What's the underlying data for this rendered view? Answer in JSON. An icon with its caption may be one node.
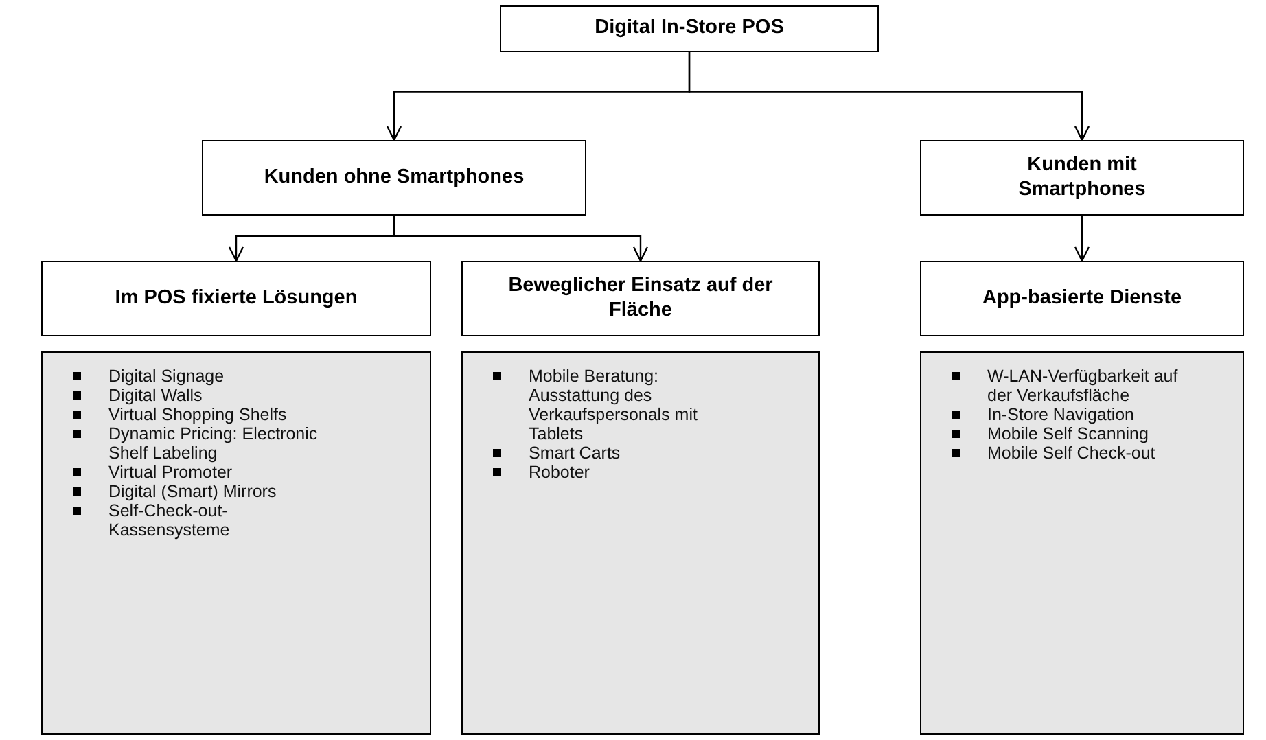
{
  "diagram": {
    "nodes": [
      {
        "text": [
          "Digital In-Store POS"
        ]
      },
      {
        "text": [
          "Kunden ohne Smartphones"
        ]
      },
      {
        "text": [
          "Kunden mit Smartphones"
        ]
      },
      {
        "text": [
          "Im POS fixierte Lösungen"
        ]
      },
      {
        "text": [
          "Beweglicher Einsatz auf der Fläche"
        ]
      },
      {
        "text": [
          "App-basierte Dienste"
        ]
      },
      {
        "text": [
          "Digital Signage",
          "Digital Walls",
          "Virtual Shopping Shelfs",
          "Dynamic Pricing: Electronic Shelf Labeling",
          "Virtual Promoter",
          "Digital  (Smart) Mirrors",
          "Self-Check-out-Kassensysteme"
        ]
      },
      {
        "text": [
          "Mobile Beratung: Ausstattung des Verkaufspersonals mit Tablets",
          "Smart Carts",
          "Roboter"
        ]
      },
      {
        "text": [
          "W-LAN-Verfügbarkeit auf der Verkaufsfläche",
          "In-Store Navigation",
          "Mobile Self Scanning",
          "Mobile Self Check-out"
        ]
      }
    ],
    "edges": [
      {
        "from": 0,
        "to": 1,
        "arrow": "to"
      },
      {
        "from": 0,
        "to": 2,
        "arrow": "to"
      },
      {
        "from": 1,
        "to": 3,
        "arrow": "to"
      },
      {
        "from": 1,
        "to": 4,
        "arrow": "to"
      },
      {
        "from": 2,
        "to": 5,
        "arrow": "to"
      }
    ]
  }
}
